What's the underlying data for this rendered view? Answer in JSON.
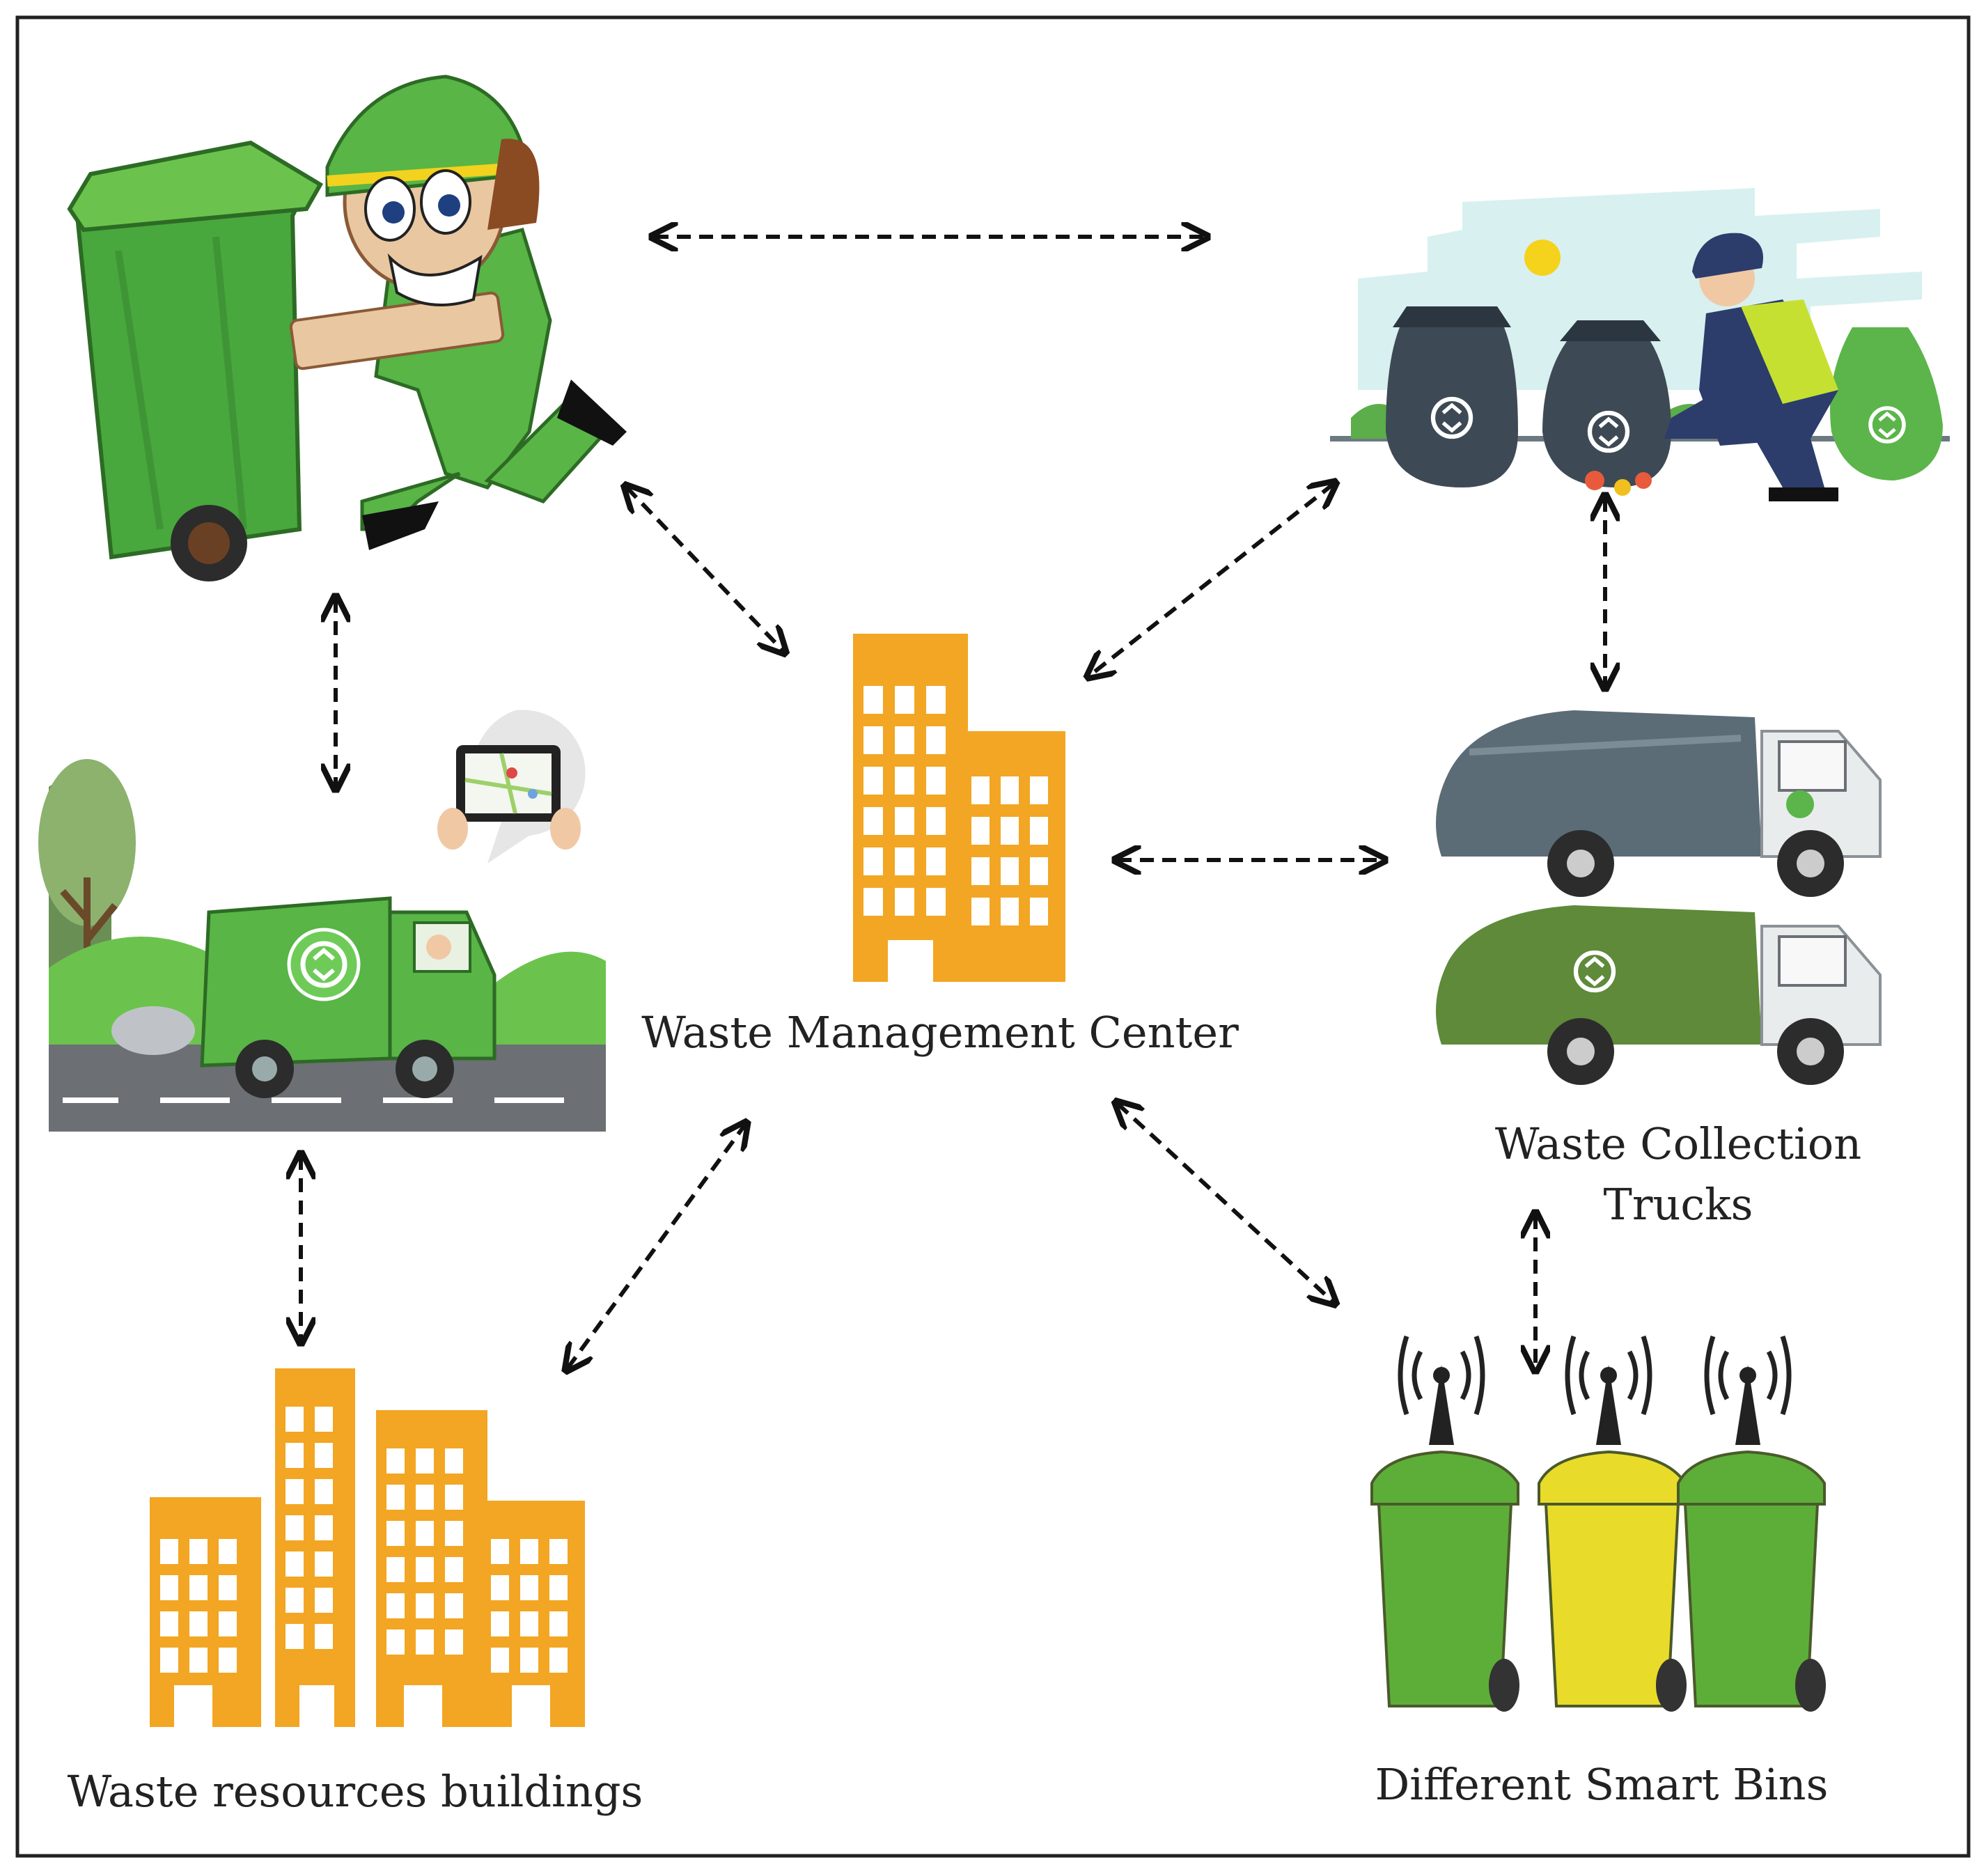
{
  "nodes": {
    "center_label": "Waste Management Center",
    "trucks_label": "Waste Collection Trucks",
    "buildings_label": "Waste resources buildings",
    "bins_label": "Different Smart Bins"
  },
  "colors": {
    "building_orange": "#F2A623",
    "bin_green": "#5DAE38",
    "bin_yellow": "#E9DB2A",
    "truck_gray": "#5B6C77",
    "truck_green": "#5E8A3A",
    "worker_green": "#58B546",
    "arrow": "#111111"
  },
  "icons": [
    "worker-with-bin-icon",
    "waste-sorting-worker-icon",
    "garbage-truck-road-icon",
    "tablet-map-icon",
    "center-building-icon",
    "collection-trucks-icon",
    "resource-buildings-icon",
    "smart-bins-icon",
    "antenna-icon"
  ]
}
